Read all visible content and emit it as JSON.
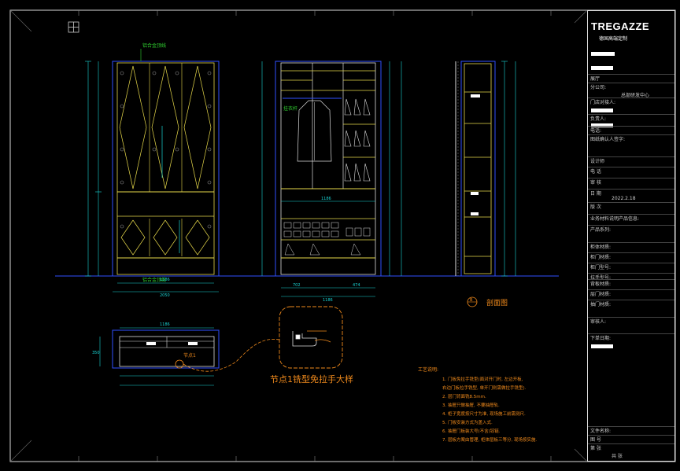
{
  "drawing": {
    "frame_color": "#d9d9d9",
    "line_yellow": "#e6d84a",
    "line_blue": "#2f4fff",
    "line_cyan": "#19d4d4",
    "line_orange": "#f08a1c",
    "line_green": "#2fd02f"
  },
  "labels": {
    "hinge_top": "铝合金顶线",
    "hinge_bottom": "铝合金顶线",
    "hanger": "挂衣杆",
    "section_circle": "B",
    "section_title": "剖面图",
    "node_circle_label": "节点1",
    "node_detail_title": "节点1铣型免拉手大样"
  },
  "dims": {
    "front_width": "1186",
    "front_overall": "2050",
    "interior_width": "1186",
    "interior_bottom_a": "702",
    "interior_bottom_b": "474",
    "interior_overall": "1186",
    "plan_width": "1186",
    "plan_depth": "350"
  },
  "notes": {
    "title": "工艺说明:",
    "items": [
      "1. 门板免拉手铣型(面对开门时, 左边开板,",
      "   右边门板拉手铣型, 单开门则需做拉手铣型).",
      "2. 层门背面铣8.5mm.",
      "3. 抽屉只做抽屉, 不要抽屉轨.",
      "4. 柜子宽度按尺寸为准, 现场施工前需测尺.",
      "5. 门板安装方式为盖入式.",
      "6. 抽屉门板装大号(不含)铰链.",
      "7. 层板方案由管理, 柜体层板三等分, 现场按实施."
    ]
  },
  "titleblock": {
    "logo": "TREGAZZE",
    "logo_sub": "德国高端定制",
    "space": "展厅",
    "branch_label": "分公司:",
    "branch_value": "总部研发中心",
    "store_contact": "门店对接人:",
    "store_owner": "负责人:",
    "phone": "电话:",
    "confirm": "图纸确认人签字:",
    "designer": "设计师",
    "tel": "电 话",
    "review": "审 核",
    "date_label": "日 期",
    "date_value": "2022.2.18",
    "version": "版 次",
    "product_info": "业务材料说明产品信息:",
    "product_series": "产品系列:",
    "cabinet_material": "柜体材质:",
    "door_material": "柜门材质:",
    "door_model": "柜门型号:",
    "handle_model": "拉手型号:",
    "backplate": "背板材质:",
    "fit_material": "层门材质:",
    "door_color": "抽门材质:",
    "reviewer": "审核人:",
    "order_date": "下单日期:",
    "drawing_name": "文件名称:",
    "drawing_no": "图 号",
    "sheet_no": "第 张",
    "total": "共 张"
  }
}
